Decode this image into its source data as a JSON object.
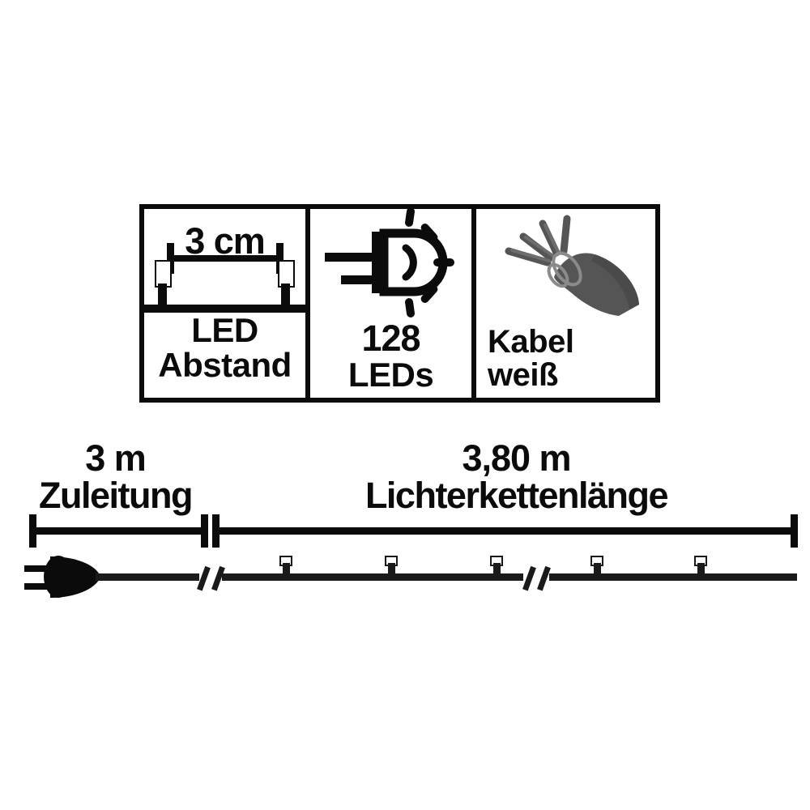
{
  "product_spec": {
    "panels": [
      {
        "id": "led-spacing",
        "value": "3 cm",
        "caption_line1": "LED",
        "caption_line2": "Abstand",
        "icon": "led-spacing-icon"
      },
      {
        "id": "led-count",
        "value": "128",
        "caption_line1": "LEDs",
        "icon": "led-bulb-icon"
      },
      {
        "id": "cable",
        "caption_line1": "Kabel",
        "caption_line2": "weiß",
        "icon": "cable-bundle-icon"
      }
    ]
  },
  "dimensions": {
    "lead": {
      "value": "3 m",
      "name": "Zuleitung"
    },
    "string": {
      "value": "3,80 m",
      "name": "Lichterkettenlänge"
    }
  },
  "colors": {
    "background": "#ffffff",
    "ink": "#0b0b0b",
    "cable_gray": "#555555",
    "bulb_fill": "#ffffff"
  },
  "diagram": {
    "plug_icon": "power-plug-icon",
    "bulb_count_drawn": 5,
    "break_marks": 2
  }
}
